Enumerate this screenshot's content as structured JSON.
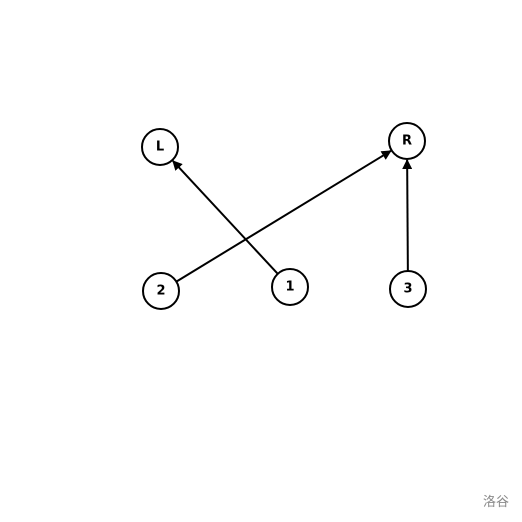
{
  "graph": {
    "directed": true,
    "nodes": [
      {
        "id": "L",
        "label": "L"
      },
      {
        "id": "R",
        "label": "R"
      },
      {
        "id": "2",
        "label": "2"
      },
      {
        "id": "1",
        "label": "1"
      },
      {
        "id": "3",
        "label": "3"
      }
    ],
    "edges": [
      {
        "from": "1",
        "to": "L"
      },
      {
        "from": "2",
        "to": "R"
      },
      {
        "from": "3",
        "to": "R"
      }
    ]
  },
  "watermark": {
    "text": "洛谷"
  },
  "colors": {
    "stroke": "#000000",
    "background": "#ffffff",
    "watermark": "#8a8a8a"
  }
}
